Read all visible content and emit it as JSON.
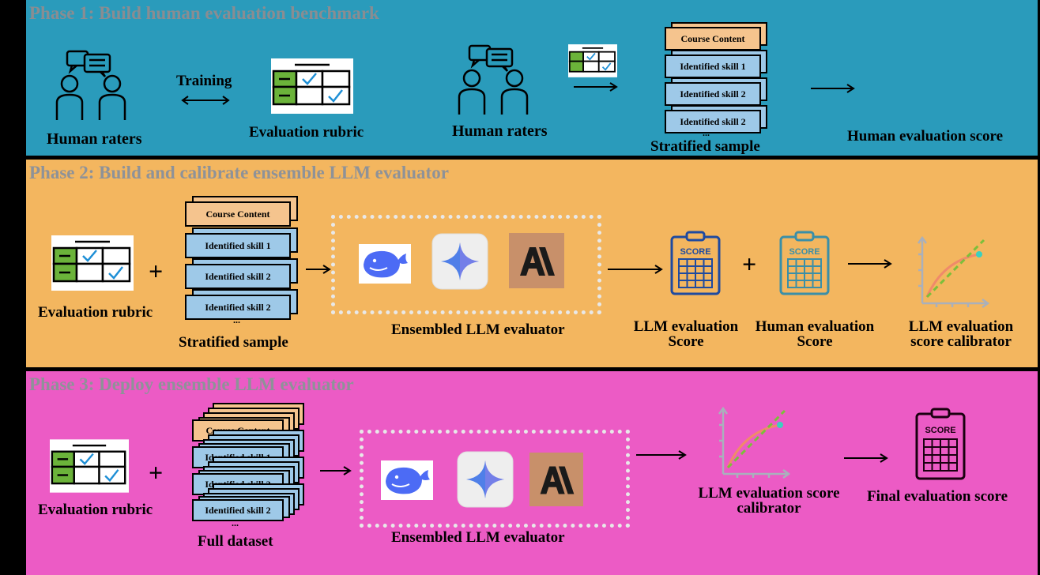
{
  "phase1": {
    "title": "Phase 1: Build human evaluation benchmark",
    "human_raters_left": "Human raters",
    "training": "Training",
    "evaluation_rubric": "Evaluation rubric",
    "human_raters_right": "Human raters",
    "stack": {
      "header": "Course Content",
      "skill1": "Identified skill 1",
      "skill2a": "Identified skill 2",
      "skill2b": "Identified skill 2",
      "ellipsis": "..."
    },
    "stratified_sample": "Stratified sample",
    "human_evaluation_score": "Human evaluation score"
  },
  "phase2": {
    "title": "Phase 2: Build and calibrate ensemble LLM evaluator",
    "evaluation_rubric": "Evaluation rubric",
    "plus1": "+",
    "stack": {
      "header": "Course Content",
      "skill1": "Identified skill 1",
      "skill2a": "Identified skill 2",
      "skill2b": "Identified skill 2",
      "ellipsis": "..."
    },
    "stratified_sample": "Stratified sample",
    "ensembled_llm_evaluator": "Ensembled LLM evaluator",
    "score_card_text": "SCORE",
    "llm_score_line1": "LLM evaluation",
    "llm_score_line2": "Score",
    "plus2": "+",
    "human_score_line1": "Human evaluation",
    "human_score_line2": "Score",
    "calibrator_line1": "LLM evaluation",
    "calibrator_line2": "score calibrator"
  },
  "phase3": {
    "title": "Phase 3: Deploy ensemble LLM evaluator",
    "evaluation_rubric": "Evaluation rubric",
    "plus": "+",
    "stack": {
      "header": "Course Content",
      "skill1": "Identified skill 1",
      "skill2a": "Identified skill 2",
      "skill2b": "Identified skill 2",
      "ellipsis": "..."
    },
    "full_dataset": "Full dataset",
    "ensembled_llm_evaluator": "Ensembled LLM evaluator",
    "calibrator_line1": "LLM evaluation score",
    "calibrator_line2": "calibrator",
    "score_card_text": "SCORE",
    "final_score": "Final evaluation score"
  },
  "colors": {
    "phase1_bg": "#2a9bbb",
    "phase2_bg": "#f3b65f",
    "phase3_bg": "#ec5bc5",
    "title_gray": "#8e9298",
    "rubric_green": "#6bb33a",
    "check_blue": "#1e8fd6",
    "card_blue": "#9ec9e8",
    "card_orange": "#f5c48e",
    "deepseek_blue": "#4c6bf5",
    "anthropic_tan": "#c8906a",
    "score_blue": "#1e4aa0",
    "score_teal": "#3a8fa8",
    "score_magenta": "#1a0010"
  },
  "icons": [
    "people-icon",
    "rubric-icon",
    "whale-icon",
    "sparkle-icon",
    "anthropic-icon",
    "score-card-icon",
    "calibration-chart-icon"
  ]
}
